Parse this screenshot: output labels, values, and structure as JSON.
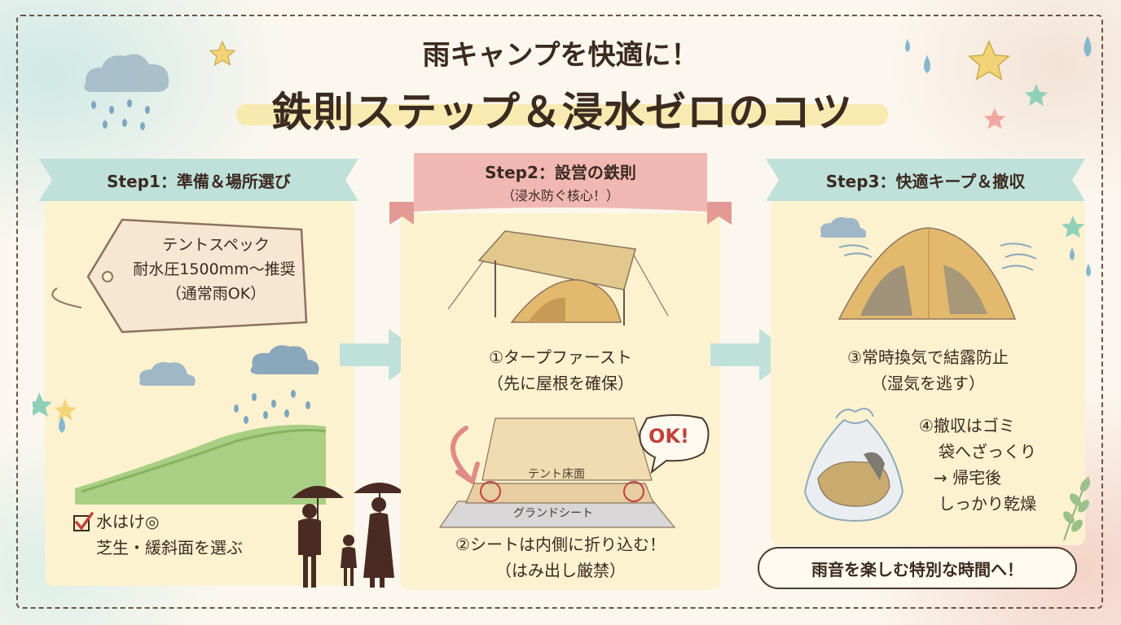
{
  "header": {
    "title_line1": "雨キャンプを快適に！",
    "title_line2": "鉄則ステップ＆浸水ゼロのコツ"
  },
  "step1": {
    "ribbon": "Step1：準備＆場所選び",
    "tag_line1": "テントスペック",
    "tag_line2": "耐水圧1500mm～推奨",
    "tag_line3": "（通常雨OK）",
    "check_line1": "水はけ◎",
    "check_line2": "芝生・緩斜面を選ぶ"
  },
  "step2": {
    "ribbon": "Step2：設営の鉄則",
    "ribbon_sub": "（浸水防ぐ核心！）",
    "tip1_line1": "①タープファースト",
    "tip1_line2": "（先に屋根を確保）",
    "ok_label": "OK!",
    "floor_label": "テント床面",
    "sheet_label": "グランドシート",
    "tip2_line1": "②シートは内側に折り込む！",
    "tip2_line2": "（はみ出し厳禁）"
  },
  "step3": {
    "ribbon": "Step3：快適キープ＆撤収",
    "tip3_line1": "③常時換気で結露防止",
    "tip3_line2": "（湿気を逃す）",
    "tip4_line1": "④撤収はゴミ",
    "tip4_line2": "袋へざっくり",
    "tip4_line3": "→ 帰宅後",
    "tip4_line4": "しっかり乾燥",
    "bubble": "雨音を楽しむ特別な時間へ！"
  },
  "colors": {
    "panel": "#fdf2cf",
    "ribbon_teal": "#bfe1da",
    "ribbon_pink": "#f1b8b3",
    "arrow": "#bfe1da",
    "text": "#3b2a20"
  },
  "icons": [
    "rain-cloud-icon",
    "star-icon",
    "raindrop-icon",
    "tent-icon",
    "tarp-icon",
    "checkbox-icon",
    "trash-bag-icon",
    "umbrella-family-icon",
    "wind-icon",
    "leaf-branch-icon"
  ]
}
